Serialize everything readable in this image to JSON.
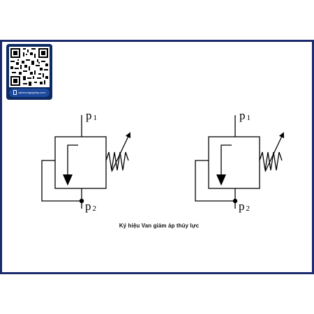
{
  "qr_badge": {
    "url": "valvecongnghiep.com"
  },
  "symbols": [
    {
      "inlet_label": "p",
      "inlet_sub": "1",
      "outlet_label": "p",
      "outlet_sub": "2"
    },
    {
      "inlet_label": "p",
      "inlet_sub": "1",
      "outlet_label": "p",
      "outlet_sub": "2"
    }
  ],
  "caption": "Ký hiệu Van giảm áp thủy lực",
  "colors": {
    "frame_border": "#1b2a6b",
    "badge_bg": "#0d2a63",
    "badge_pill": "#1e4a9e",
    "line": "#000000"
  }
}
